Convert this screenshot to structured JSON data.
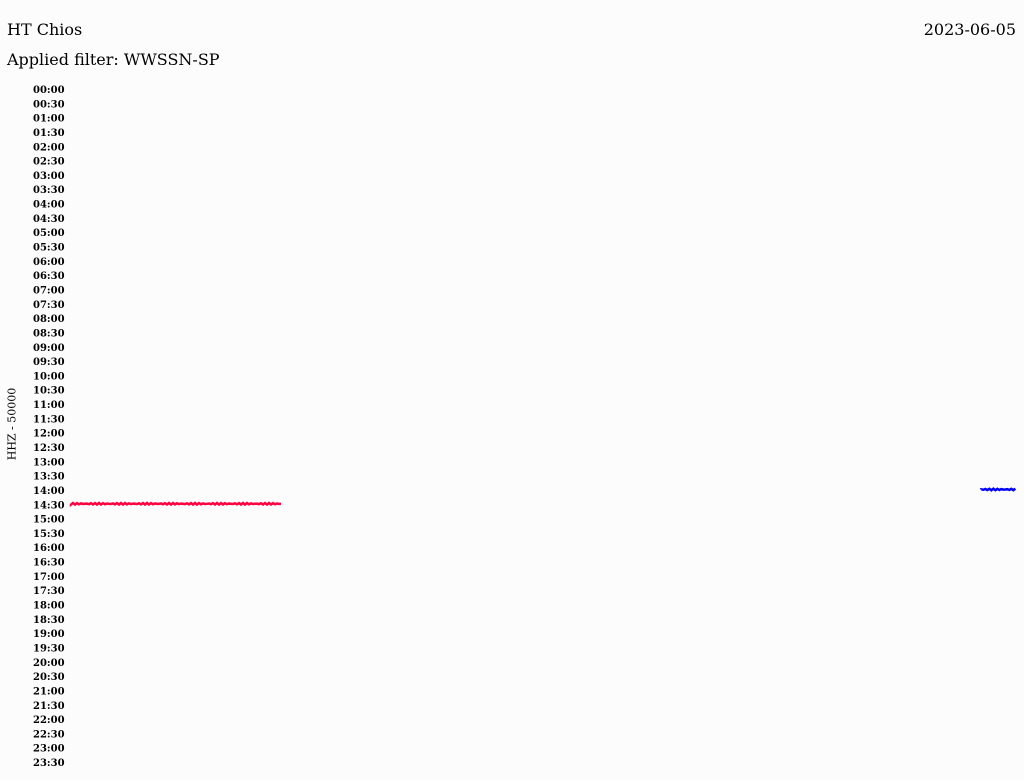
{
  "header": {
    "station": "HT Chios",
    "date": "2023-06-05",
    "filter": "Applied filter: WWSSN-SP"
  },
  "chart_data": {
    "type": "line",
    "title": "HT Chios",
    "ylabel": "HHZ - 50000",
    "row_labels": [
      "00:00",
      "00:30",
      "01:00",
      "01:30",
      "02:00",
      "02:30",
      "03:00",
      "03:30",
      "04:00",
      "04:30",
      "05:00",
      "05:30",
      "06:00",
      "06:30",
      "07:00",
      "07:30",
      "08:00",
      "08:30",
      "09:00",
      "09:30",
      "10:00",
      "10:30",
      "11:00",
      "11:30",
      "12:00",
      "12:30",
      "13:00",
      "13:30",
      "14:00",
      "14:30",
      "15:00",
      "15:30",
      "16:00",
      "16:30",
      "17:00",
      "17:30",
      "18:00",
      "18:30",
      "19:00",
      "19:30",
      "20:00",
      "20:30",
      "21:00",
      "21:30",
      "22:00",
      "22:30",
      "23:00",
      "23:30"
    ],
    "row_minutes": 30,
    "series": [
      {
        "name": "trace 14:00 row",
        "row": "14:00",
        "start_min": 28.9,
        "end_min": 30,
        "color": "#0000ff"
      },
      {
        "name": "trace 14:30 row",
        "row": "14:30",
        "start_min": 0,
        "end_min": 6.7,
        "color": "#ff0040"
      }
    ]
  }
}
